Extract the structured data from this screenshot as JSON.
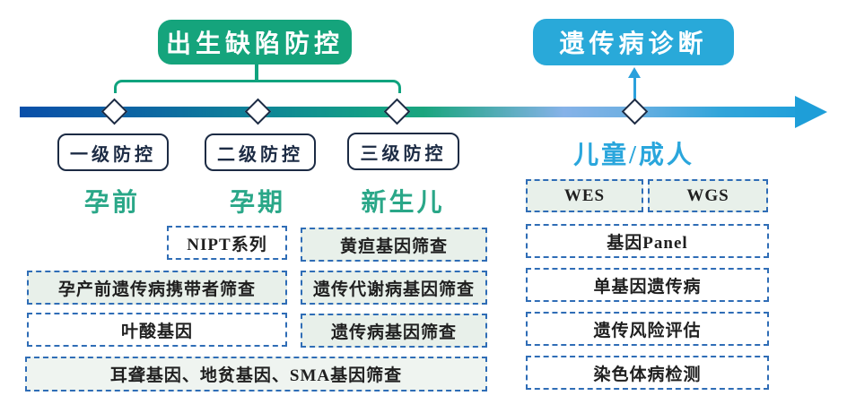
{
  "headers": {
    "birth_defect_control": {
      "label": "出生缺陷防控",
      "color": "#15a47c"
    },
    "genetic_disease_diagnosis": {
      "label": "遗传病诊断",
      "color": "#29a9d9"
    }
  },
  "timeline": {
    "gradient_colors": [
      "#0a4fa9",
      "#0e8796",
      "#17a57f",
      "#86b2e8",
      "#21a0da"
    ],
    "milestone_count": 4
  },
  "level_boxes": [
    {
      "label": "一级防控"
    },
    {
      "label": "二级防控"
    },
    {
      "label": "三级防控"
    }
  ],
  "stage_labels": {
    "pre_pregnancy": {
      "label": "孕前",
      "color": "#2aa788"
    },
    "pregnancy": {
      "label": "孕期",
      "color": "#2aa788"
    },
    "newborn": {
      "label": "新生儿",
      "color": "#2aa788"
    },
    "children_adult": {
      "label": "儿童/成人",
      "color": "#2aa6dc"
    }
  },
  "items": {
    "maternal": [
      {
        "label": "NIPT系列"
      },
      {
        "label": "孕产前遗传病携带者筛查"
      },
      {
        "label": "叶酸基因"
      },
      {
        "label": "耳聋基因、地贫基因、SMA基因筛查"
      }
    ],
    "newborn": [
      {
        "label": "黄疸基因筛查"
      },
      {
        "label": "遗传代谢病基因筛查"
      },
      {
        "label": "遗传病基因筛查"
      }
    ],
    "children_adult": [
      {
        "label": "WES"
      },
      {
        "label": "WGS"
      },
      {
        "label": "基因Panel"
      },
      {
        "label": "单基因遗传病"
      },
      {
        "label": "遗传风险评估"
      },
      {
        "label": "染色体病检测"
      }
    ]
  },
  "colors": {
    "navy_border": "#1c2b44",
    "dashed_border": "#2f6db6",
    "tint_background": "#e8f0ea",
    "bracket_green": "#10a37e",
    "arrow_blue": "#2aa0dc"
  }
}
